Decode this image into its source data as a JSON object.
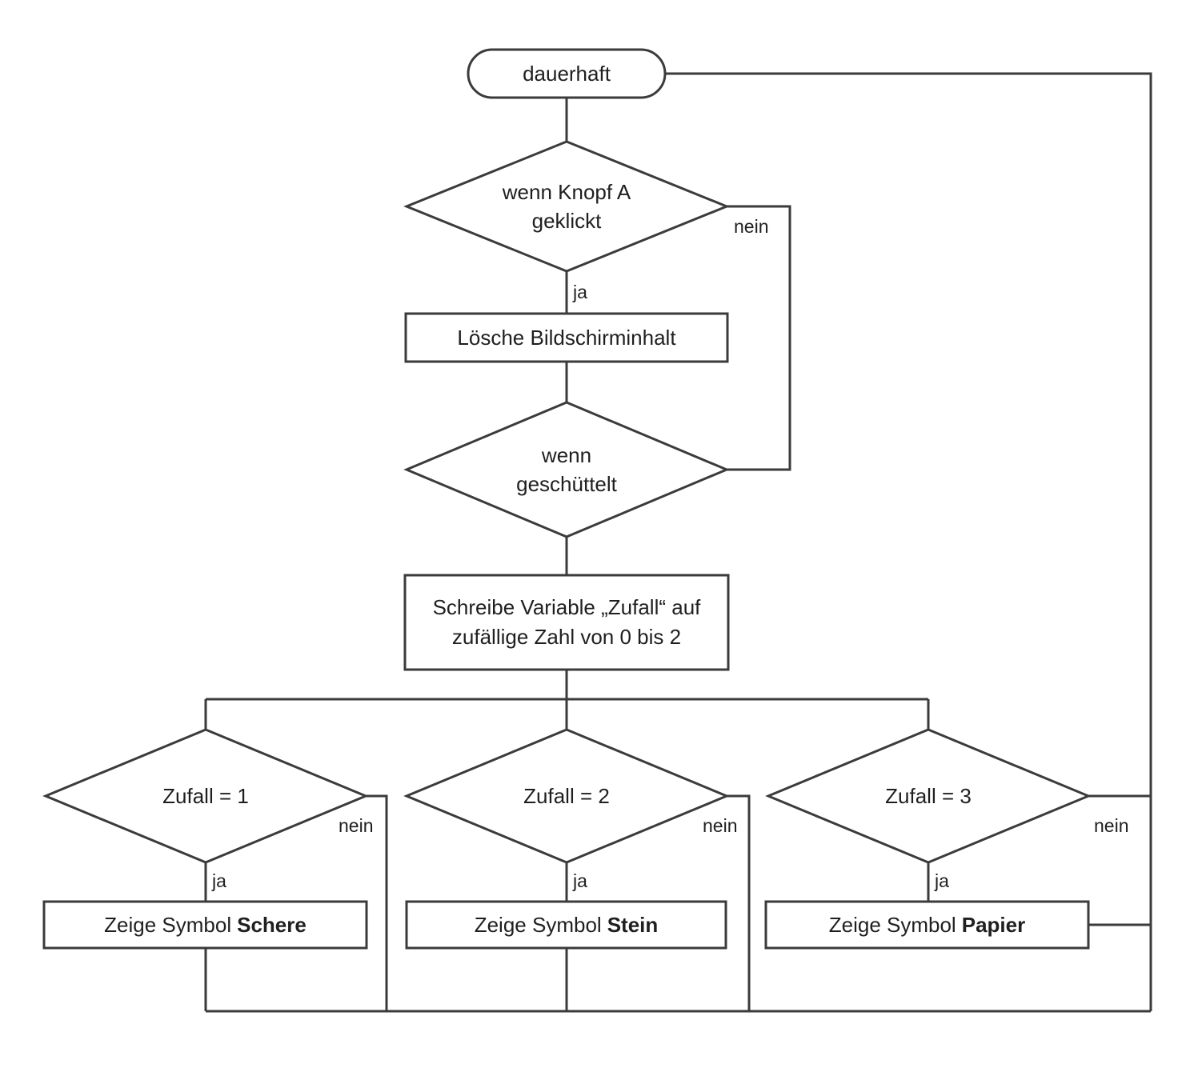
{
  "flowchart": {
    "start": {
      "label": "dauerhaft"
    },
    "decisions": {
      "button_a": {
        "line1": "wenn Knopf A",
        "line2": "geklickt"
      },
      "shake": {
        "line1": "wenn",
        "line2": "geschüttelt"
      },
      "zufall1": {
        "label": "Zufall = 1"
      },
      "zufall2": {
        "label": "Zufall = 2"
      },
      "zufall3": {
        "label": "Zufall = 3"
      }
    },
    "processes": {
      "clear_screen": {
        "label": "Lösche Bildschirminhalt"
      },
      "set_random": {
        "line1": "Schreibe Variable „Zufall“ auf",
        "line2": "zufällige Zahl von 0 bis 2"
      },
      "show_schere": {
        "prefix": "Zeige Symbol",
        "symbol": "Schere"
      },
      "show_stein": {
        "prefix": "Zeige Symbol",
        "symbol": "Stein"
      },
      "show_papier": {
        "prefix": "Zeige Symbol",
        "symbol": "Papier"
      }
    },
    "edge_labels": {
      "button_a_ja": "ja",
      "button_a_nein": "nein",
      "zufall1_ja": "ja",
      "zufall1_nein": "nein",
      "zufall2_ja": "ja",
      "zufall2_nein": "nein",
      "zufall3_ja": "ja",
      "zufall3_nein": "nein"
    },
    "colors": {
      "line": "#3b3b3b",
      "text": "#1f1f1f",
      "background": "#ffffff"
    }
  }
}
